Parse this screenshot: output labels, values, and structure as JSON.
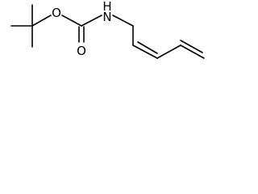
{
  "structure": {
    "labels": {
      "ester_oxygen": "O",
      "carbonyl_oxygen": "O",
      "nitrogen_h": "H",
      "nitrogen": "N"
    },
    "colors": {
      "bond": "#000000",
      "label": "#000000",
      "background": "#ffffff"
    }
  }
}
